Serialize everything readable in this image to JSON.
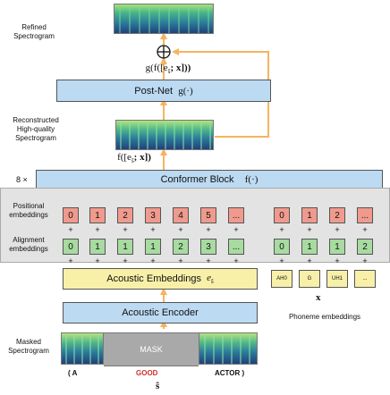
{
  "labels": {
    "refined": "Refined\nSpectrogram",
    "reconstructed": "Reconstructed\nHigh-quality\nSpectrogram",
    "positional": "Positional\nembeddings",
    "alignment": "Alignment\nembeddings",
    "masked": "Masked\nSpectrogram",
    "repeat": "8 ×",
    "phoneme_embeddings": "Phoneme embeddings"
  },
  "blocks": {
    "post_net": "Post-Net",
    "post_net_fn": "g(·)",
    "conformer": "Conformer Block",
    "conformer_fn": "f(·)",
    "acoustic_embeddings": "Acoustic Embeddings",
    "acoustic_emb_symbol": "e",
    "acoustic_emb_sub": "ŝ",
    "acoustic_encoder": "Acoustic Encoder",
    "mask": "MASK"
  },
  "formulas": {
    "g_output": "g(f([e",
    "g_output_tail": "; x]))",
    "f_output": "f([e",
    "f_output_tail": "; x])",
    "s_sub": "ŝ",
    "plus_symbol": "⊕",
    "x": "x",
    "s_hat": "ŝ"
  },
  "acoustic_positional": [
    "0",
    "1",
    "2",
    "3",
    "4",
    "5",
    "..."
  ],
  "acoustic_alignment": [
    "0",
    "1",
    "1",
    "1",
    "2",
    "3",
    "..."
  ],
  "phoneme_positional": [
    "0",
    "1",
    "2",
    "..."
  ],
  "phoneme_alignment": [
    "0",
    "1",
    "1",
    "2"
  ],
  "phonemes": [
    "AH0",
    "G",
    "UH1",
    "..."
  ],
  "words": {
    "a": "( A",
    "good": "GOOD",
    "actor": "ACTOR )"
  },
  "colors": {
    "blue_block": "#bcdaf2",
    "yellow_block": "#f8f0a8",
    "positional": "#f09a8e",
    "alignment": "#a7dba0",
    "arrow": "#f5b460",
    "good_word": "#d0312d",
    "mask_gray": "#a9a9a9"
  }
}
